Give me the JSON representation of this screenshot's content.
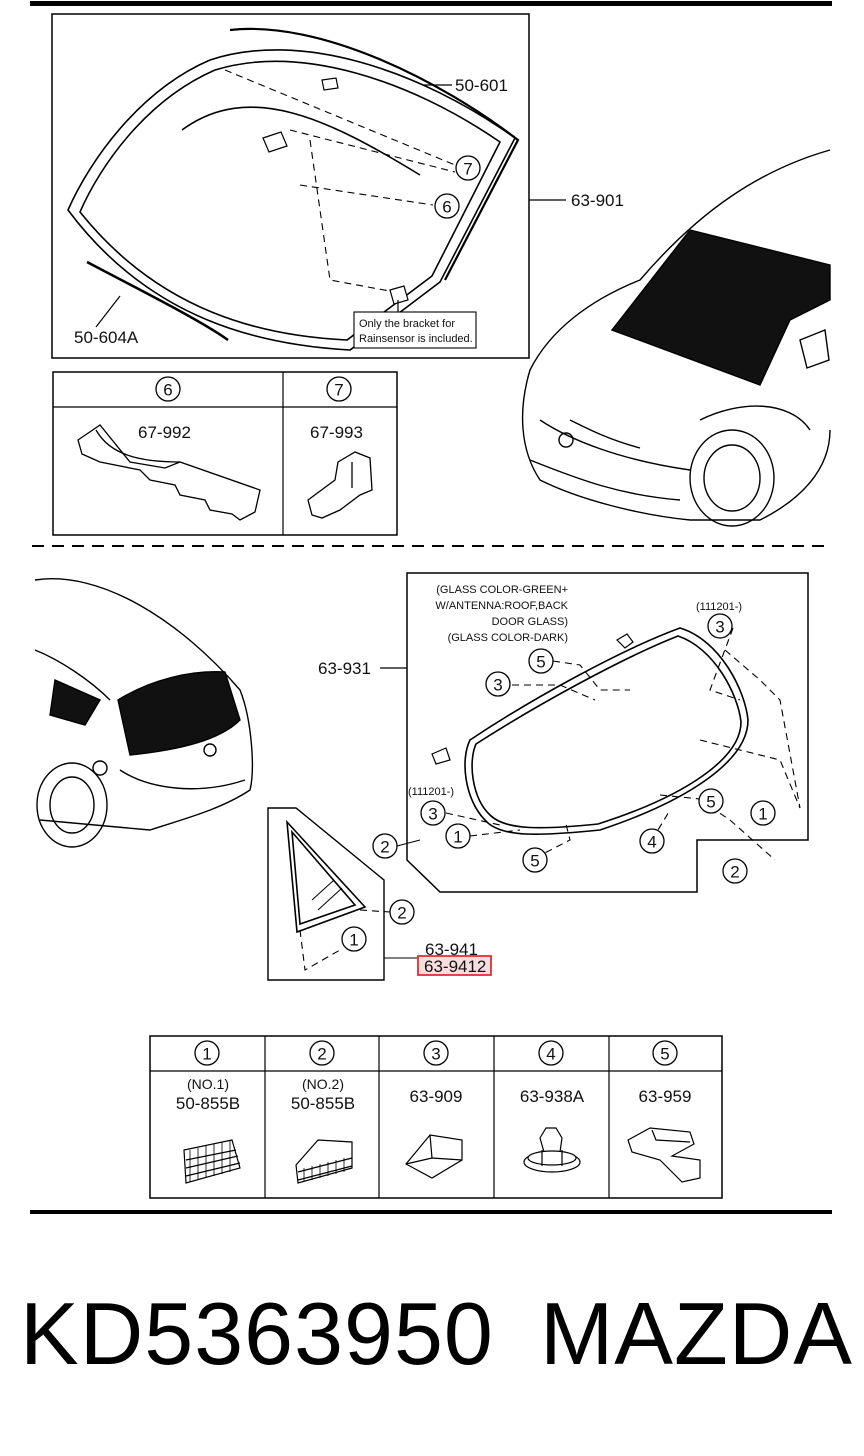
{
  "windshield": {
    "labels": {
      "molding_top": "50-601",
      "glass": "63-901",
      "molding_bottom": "50-604A"
    },
    "note_line1": "Only the bracket for",
    "note_line2": "Rainsensor is included.",
    "callouts": [
      "7",
      "6"
    ]
  },
  "bracket_table": {
    "columns": [
      {
        "num": "6",
        "part": "67-992"
      },
      {
        "num": "7",
        "part": "67-993"
      }
    ]
  },
  "rear_glass": {
    "label": "63-931",
    "spec_lines": [
      "(GLASS COLOR-GREEN+",
      "W/ANTENNA:ROOF,BACK",
      "DOOR GLASS)",
      "(GLASS COLOR-DARK)"
    ],
    "date_code_1": "(111201-)",
    "date_code_2": "(111201-)",
    "callouts": [
      "3",
      "5",
      "3",
      "3",
      "1",
      "2",
      "5",
      "4",
      "5",
      "1",
      "2"
    ]
  },
  "quarter_glass": {
    "label_1": "63-941",
    "label_2": "63-9412",
    "callouts": [
      "2",
      "1"
    ],
    "highlight_color": "#e03030"
  },
  "fastener_table": {
    "columns": [
      {
        "num": "1",
        "sub": "(NO.1)",
        "part": "50-855B",
        "icon": "spacer-pad-icon"
      },
      {
        "num": "2",
        "sub": "(NO.2)",
        "part": "50-855B",
        "icon": "wedge-pad-icon"
      },
      {
        "num": "3",
        "sub": "",
        "part": "63-909",
        "icon": "block-icon"
      },
      {
        "num": "4",
        "sub": "",
        "part": "63-938A",
        "icon": "clip-icon"
      },
      {
        "num": "5",
        "sub": "",
        "part": "63-959",
        "icon": "bracket-clip-icon"
      }
    ]
  },
  "footer": {
    "part_number": "KD5363950",
    "brand": "MAZDA"
  }
}
